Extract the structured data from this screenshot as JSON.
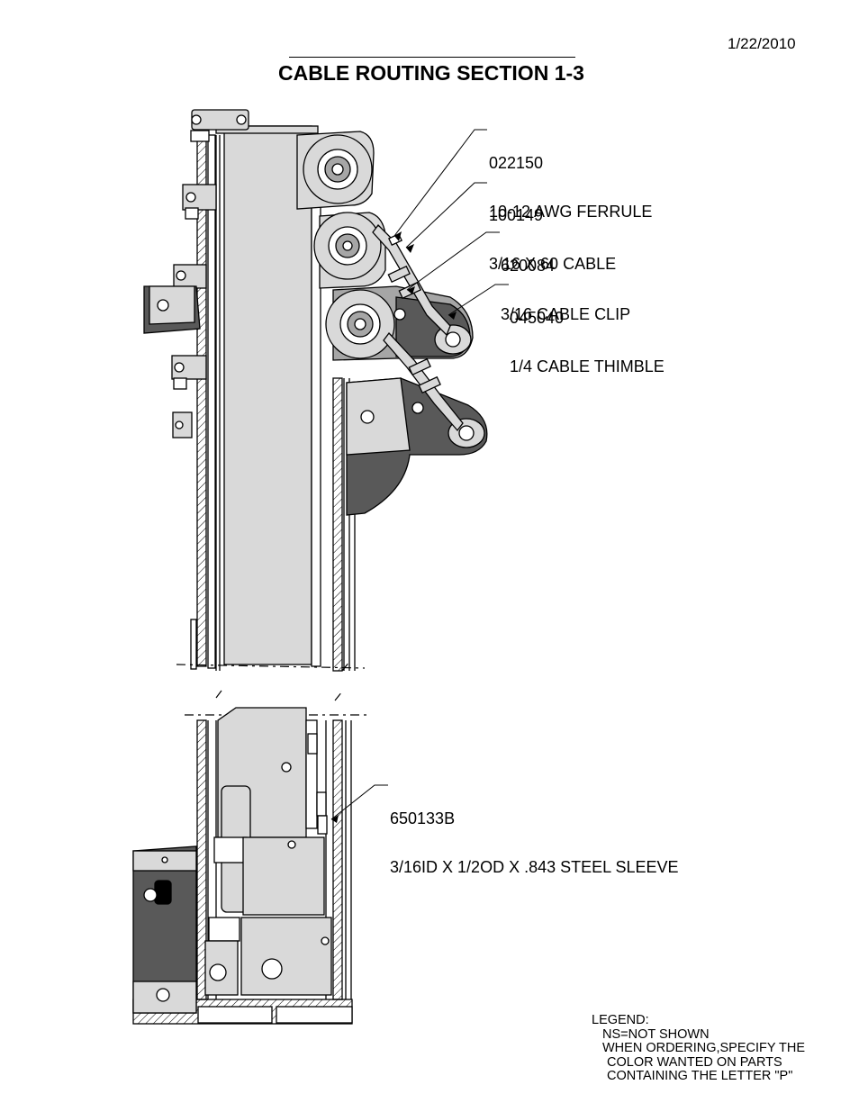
{
  "header": {
    "date": "1/22/2010",
    "title": "CABLE ROUTING SECTION 1-3"
  },
  "callouts": [
    {
      "part_number": "022150",
      "description": "10-12 AWG FERRULE"
    },
    {
      "part_number": "100149",
      "description": "3/16 X 60 CABLE"
    },
    {
      "part_number": "620084",
      "description": "3/16 CABLE CLIP"
    },
    {
      "part_number": "045040",
      "description": "1/4 CABLE THIMBLE"
    },
    {
      "part_number": "650133B",
      "description": "3/16ID X 1/2OD X .843 STEEL SLEEVE"
    }
  ],
  "legend": {
    "heading": "LEGEND:",
    "lines": [
      "NS=NOT SHOWN",
      "WHEN ORDERING,SPECIFY THE",
      "COLOR WANTED ON PARTS",
      "CONTAINING THE LETTER \"P\""
    ]
  },
  "colors": {
    "line": "#000000",
    "light_fill": "#d9d9d9",
    "mid_fill": "#a6a6a6",
    "dark_fill": "#595959"
  }
}
